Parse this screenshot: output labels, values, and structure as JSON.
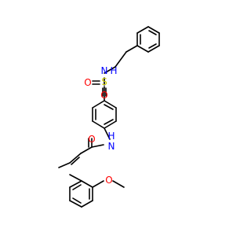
{
  "molecule": {
    "atoms": {
      "o_carbonyl": {
        "text": "O",
        "color": "#ff0000"
      },
      "n_amide": {
        "text": "N",
        "color": "#0000ff"
      },
      "h_amide": {
        "text": "H",
        "color": "#0000ff"
      },
      "s_sulfonyl": {
        "text": "S",
        "color": "#cccc00"
      },
      "o_sulfonyl_left": {
        "text": "O",
        "color": "#ff0000"
      },
      "o_sulfonyl_bottom": {
        "text": "O",
        "color": "#ff0000"
      },
      "n_sulfonamide": {
        "text": "N",
        "color": "#0000ff"
      },
      "h_sulfonamide": {
        "text": "H",
        "color": "#0000ff"
      },
      "o_methoxy": {
        "text": "O",
        "color": "#ff0000"
      }
    }
  }
}
